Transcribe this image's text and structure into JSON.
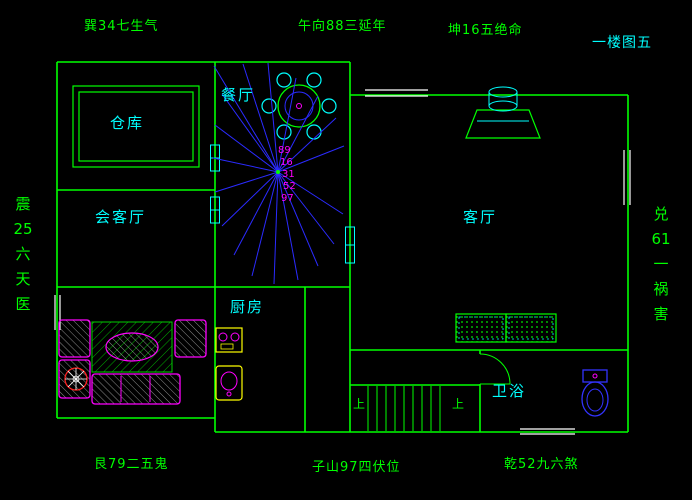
{
  "title": "一楼图五",
  "annotations": {
    "top_left": "巽34七生气",
    "top_center": "午向88三延年",
    "top_right": "坤16五绝命",
    "left": "震25六天医",
    "right": "兑61一祸害",
    "bottom_left": "艮79二五鬼",
    "bottom_center": "子山97四伏位",
    "bottom_right": "乾52九六煞"
  },
  "rooms": {
    "storage": "仓库",
    "dining": "餐厅",
    "meeting": "会客厅",
    "kitchen": "厨房",
    "living": "客厅",
    "bathroom": "卫浴"
  },
  "compass": {
    "numbers": [
      "89",
      "16",
      "31",
      "52",
      "97"
    ]
  },
  "stairs": {
    "up_left": "上",
    "up_right": "上"
  },
  "colors": {
    "background": "#000000",
    "wall": "#00ff00",
    "room_label": "#00ffff",
    "annotation_text": "#00ff00",
    "title_text": "#00ffff",
    "furniture": "#ff00ff",
    "compass_lines": "#2b2bff",
    "compass_numbers": "#ff00ff",
    "appliance": "#ffff00",
    "window": "#ffffff",
    "toilet": "#3333ff",
    "side_table": "#ff2020"
  },
  "icons": {
    "dining_table": "round-table-with-six-chairs",
    "compass": "luopan-radiating-direction-lines",
    "sofa_set": "sofa-group-with-rug",
    "side_table": "round-side-table",
    "kitchen_stove": "two-burner-stove",
    "kitchen_sink": "sink-unit",
    "range_stove": "stove-with-pot",
    "planters": "plant-boxes",
    "toilet": "toilet",
    "stairs": "staircase-up",
    "storage_cabinet": "storage-shelf",
    "door": "door-swing-arc",
    "window": "double-line-window"
  }
}
